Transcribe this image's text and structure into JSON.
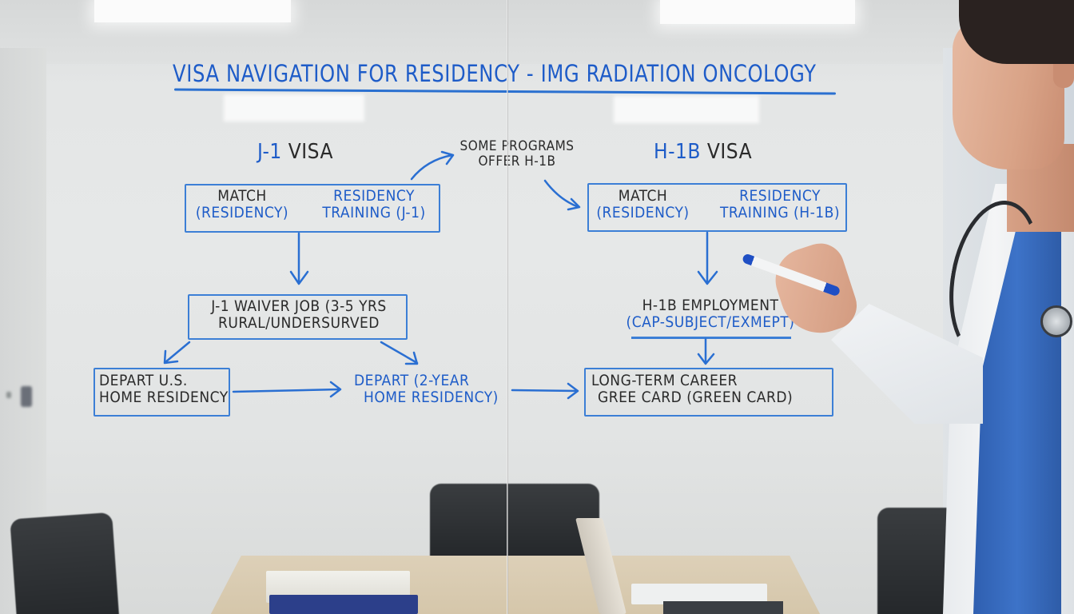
{
  "scene": {
    "setting": "conference room with glass whiteboard",
    "colors": {
      "ink_blue": "#1e5cc8",
      "ink_black": "#2a2a2a",
      "box_border": "#3c7fd6",
      "wall": "#e4e6e6",
      "scrubs": "#3d73c8",
      "table": "#d8caae"
    }
  },
  "diagram": {
    "title": "VISA NAVIGATION FOR RESIDENCY - IMG RADIATION ONCOLOGY",
    "left_column": {
      "heading_accent": "J-1",
      "heading_rest": " VISA",
      "start_node": {
        "left_line1": "MATCH",
        "left_line2": "(RESIDENCY)",
        "right_line1": "RESIDENCY",
        "right_line2": "TRAINING (J-1)"
      },
      "waiver_node": {
        "line1": "J-1 WAIVER JOB (3-5 YRS",
        "line2": "RURAL/UNDERSURVED"
      },
      "depart_us_node": {
        "line1": "DEPART U.S.",
        "line2": "HOME RESIDENCY"
      },
      "depart_home_label": {
        "line1": "DEPART (2-YEAR",
        "line2": "HOME RESIDENCY)"
      }
    },
    "annotation": {
      "line1": "SOME PROGRAMS",
      "line2": "OFFER H-1B"
    },
    "right_column": {
      "heading_accent": "H-1B",
      "heading_rest": " VISA",
      "start_node": {
        "left_line1": "MATCH",
        "left_line2": "(RESIDENCY)",
        "right_line1": "RESIDENCY",
        "right_line2": "TRAINING (H-1B)"
      },
      "employment_node": {
        "line1": "H-1B EMPLOYMENT",
        "line2": "(CAP-SUBJECT/EXMEPT)"
      },
      "career_node": {
        "line1": "LONG-TERM CAREER",
        "line2": "GREE CARD (GREEN CARD)"
      }
    }
  }
}
